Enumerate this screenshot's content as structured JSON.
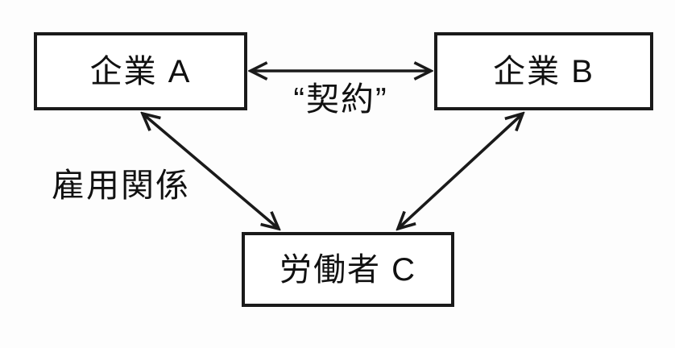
{
  "diagram": {
    "type": "relationship-diagram",
    "nodes": [
      {
        "id": "company-a",
        "label": "企業 A"
      },
      {
        "id": "company-b",
        "label": "企業 B"
      },
      {
        "id": "worker-c",
        "label": "労働者 C"
      }
    ],
    "edges": [
      {
        "from": "company-a",
        "to": "company-b",
        "direction": "both",
        "label": "“契約”"
      },
      {
        "from": "company-a",
        "to": "worker-c",
        "direction": "both",
        "label": "雇用関係"
      },
      {
        "from": "company-b",
        "to": "worker-c",
        "direction": "both",
        "label": ""
      }
    ],
    "colors": {
      "line": "#1a1a1a",
      "background": "#fdfdfd",
      "box_fill": "#ffffff",
      "text": "#111111"
    }
  }
}
